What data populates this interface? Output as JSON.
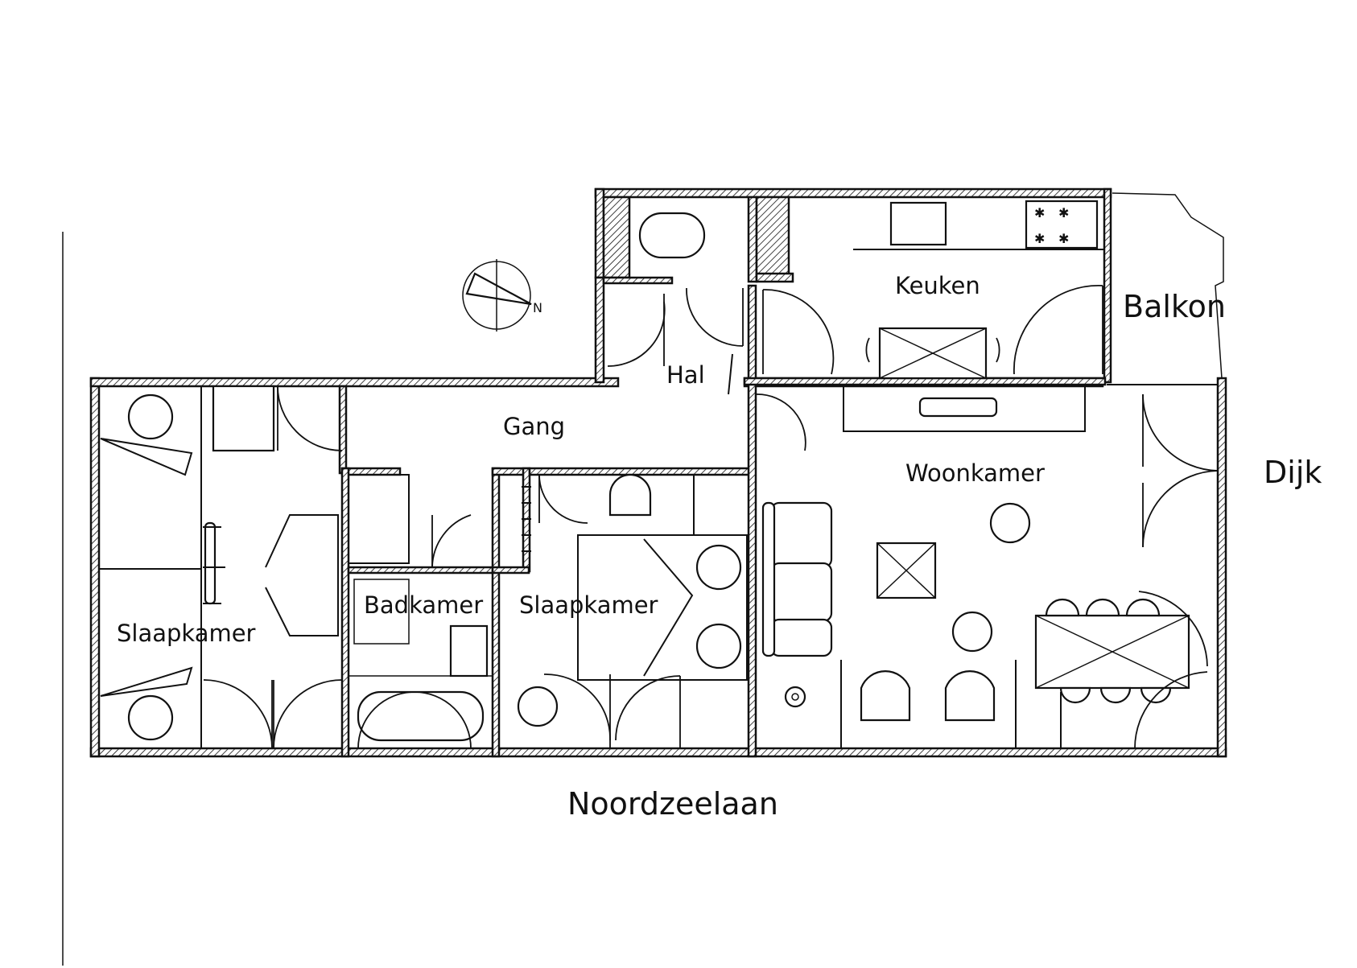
{
  "rooms": {
    "slaapkamer_west": "Slaapkamer",
    "badkamer": "Badkamer",
    "slaapkamer_mid": "Slaapkamer",
    "gang": "Gang",
    "hal": "Hal",
    "keuken": "Keuken",
    "woonkamer": "Woonkamer"
  },
  "surroundings": {
    "balkon": "Balkon",
    "dijk": "Dijk",
    "street": "Noordzeelaan"
  },
  "compass": {
    "north_letter": "N"
  },
  "colors": {
    "ink": "#111111",
    "paper": "#ffffff"
  }
}
